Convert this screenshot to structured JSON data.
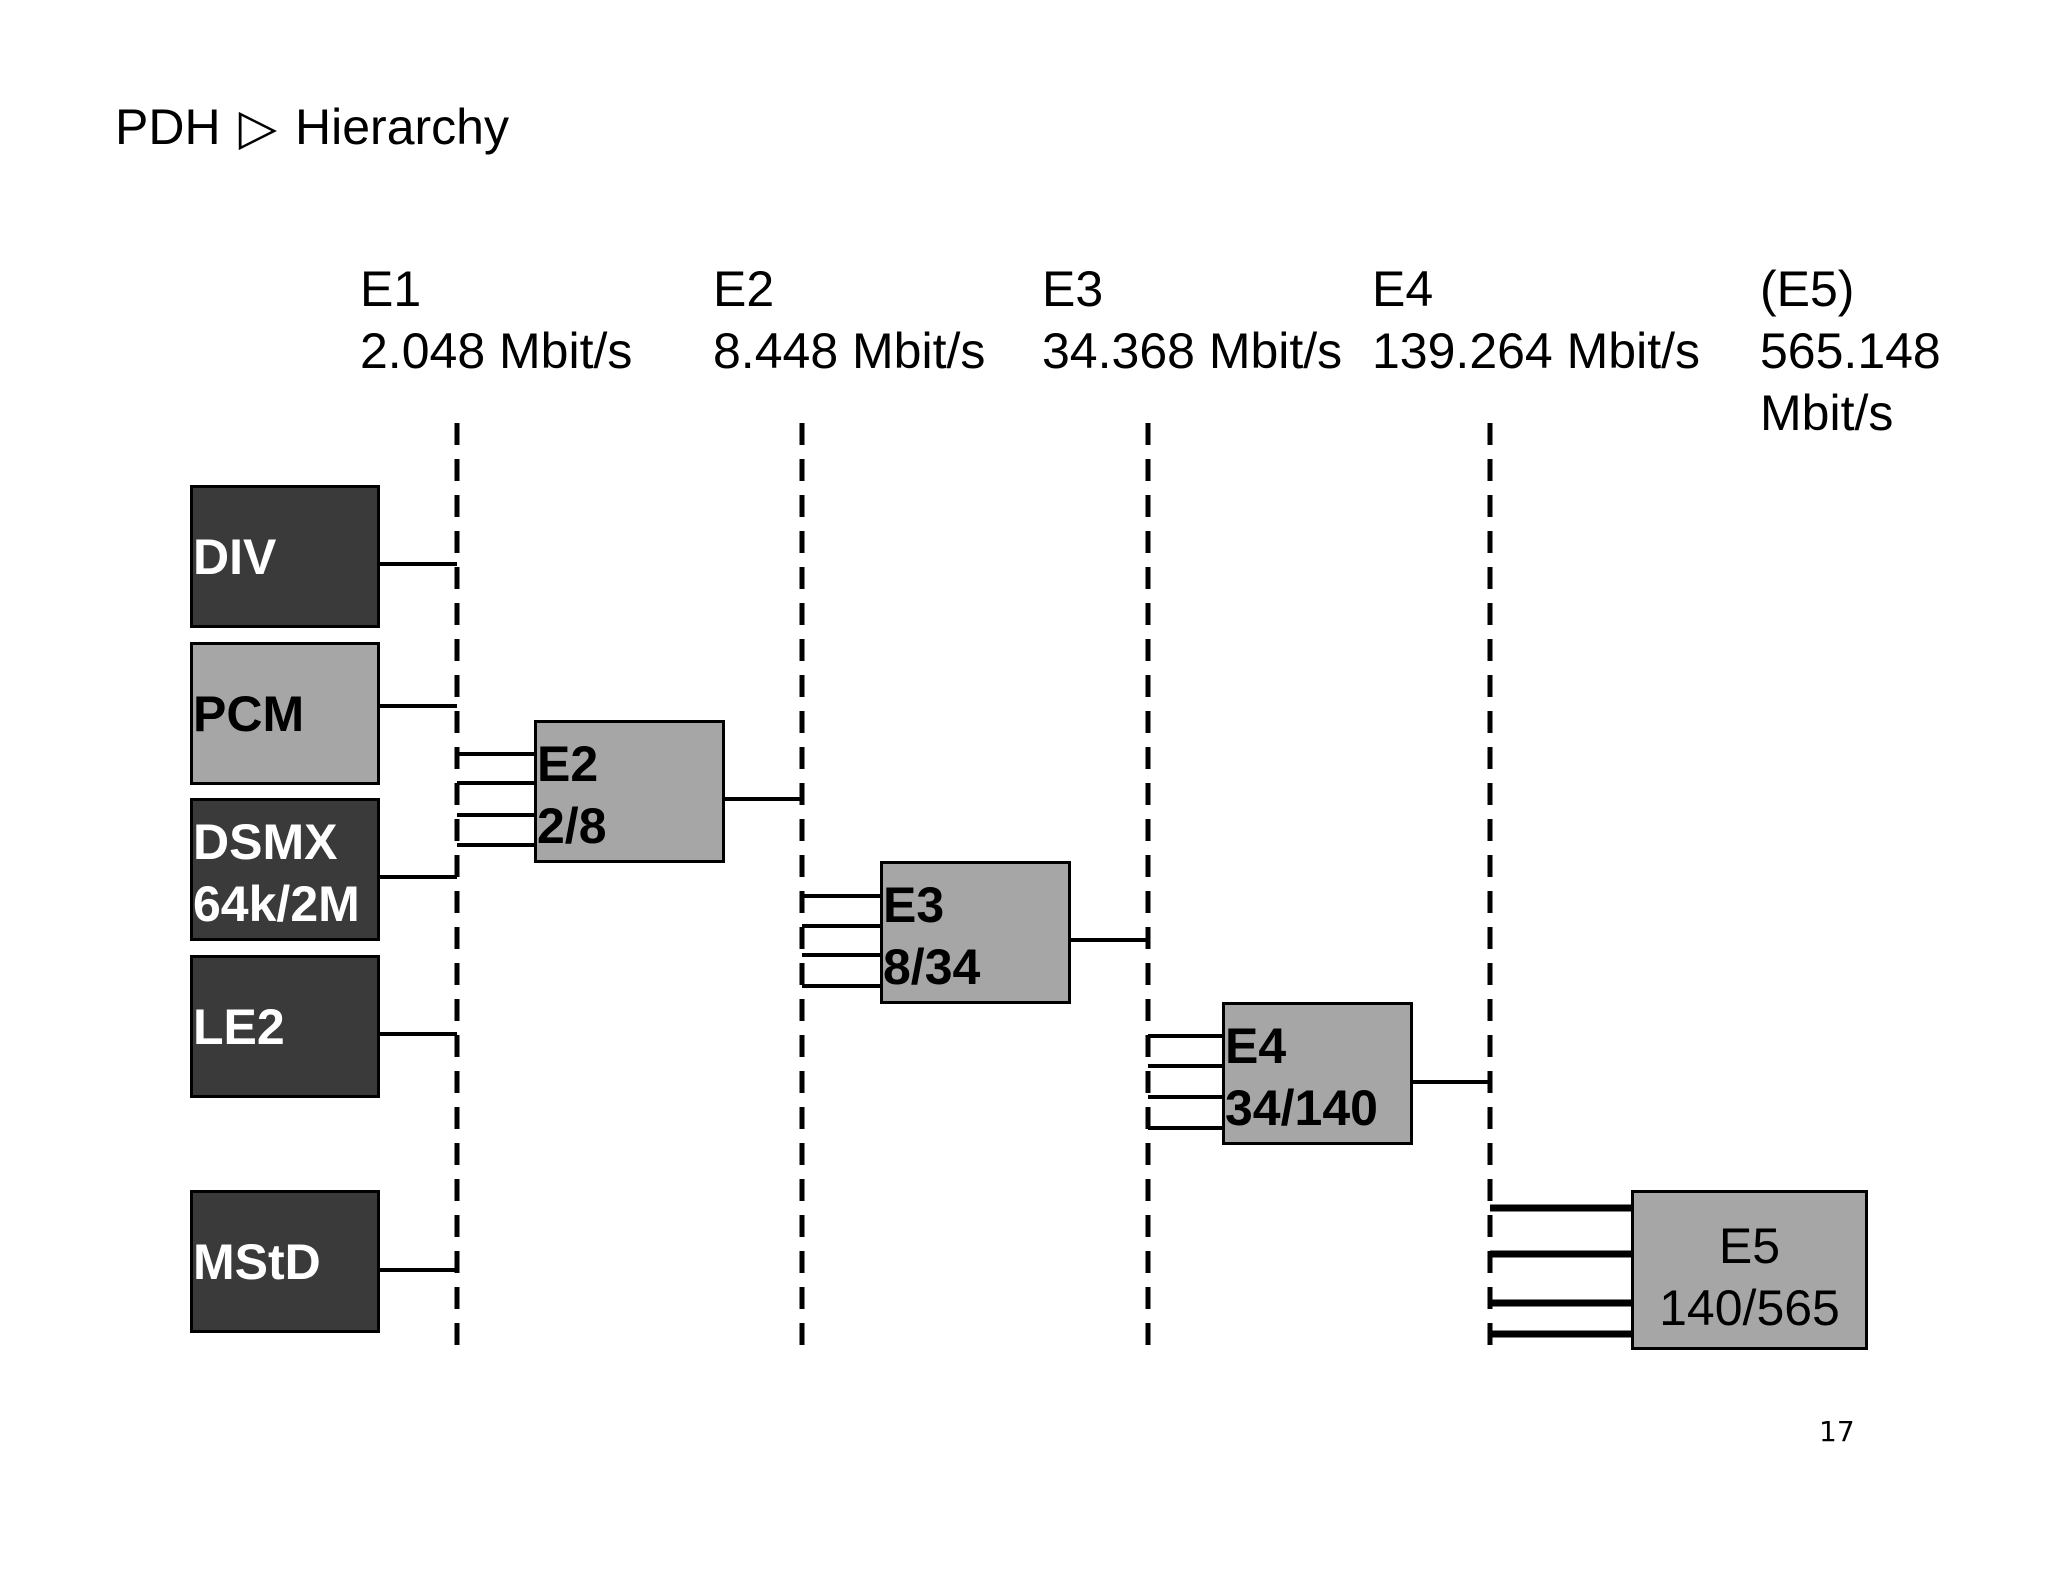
{
  "title": {
    "part1": "PDH",
    "separator": "▷",
    "part2": "Hierarchy"
  },
  "levels": [
    {
      "name": "E1",
      "rate_line1": "2.048 Mbit/s",
      "rate_line2": ""
    },
    {
      "name": "E2",
      "rate_line1": "8.448 Mbit/s",
      "rate_line2": ""
    },
    {
      "name": "E3",
      "rate_line1": "34.368 Mbit/s",
      "rate_line2": ""
    },
    {
      "name": "E4",
      "rate_line1": "139.264 Mbit/s",
      "rate_line2": ""
    },
    {
      "name": "(E5)",
      "rate_line1": "565.148",
      "rate_line2": "Mbit/s"
    }
  ],
  "sources": [
    {
      "line1": "DIV",
      "line2": "",
      "color": "#3a3a3a"
    },
    {
      "line1": "PCM",
      "line2": "",
      "color": "#a6a6a6"
    },
    {
      "line1": "DSMX",
      "line2": "64k/2M",
      "color": "#3a3a3a"
    },
    {
      "line1": "LE2",
      "line2": "",
      "color": "#3a3a3a"
    },
    {
      "line1": "MStD",
      "line2": "",
      "color": "#3a3a3a"
    }
  ],
  "multiplexers": [
    {
      "line1": "E2",
      "line2": "2/8",
      "color": "#a6a6a6"
    },
    {
      "line1": "E3",
      "line2": "8/34",
      "color": "#a6a6a6"
    },
    {
      "line1": "E4",
      "line2": "34/140",
      "color": "#a6a6a6"
    },
    {
      "line1": "E5",
      "line2": "140/565",
      "color": "#a6a6a6"
    }
  ],
  "page_number": "17"
}
